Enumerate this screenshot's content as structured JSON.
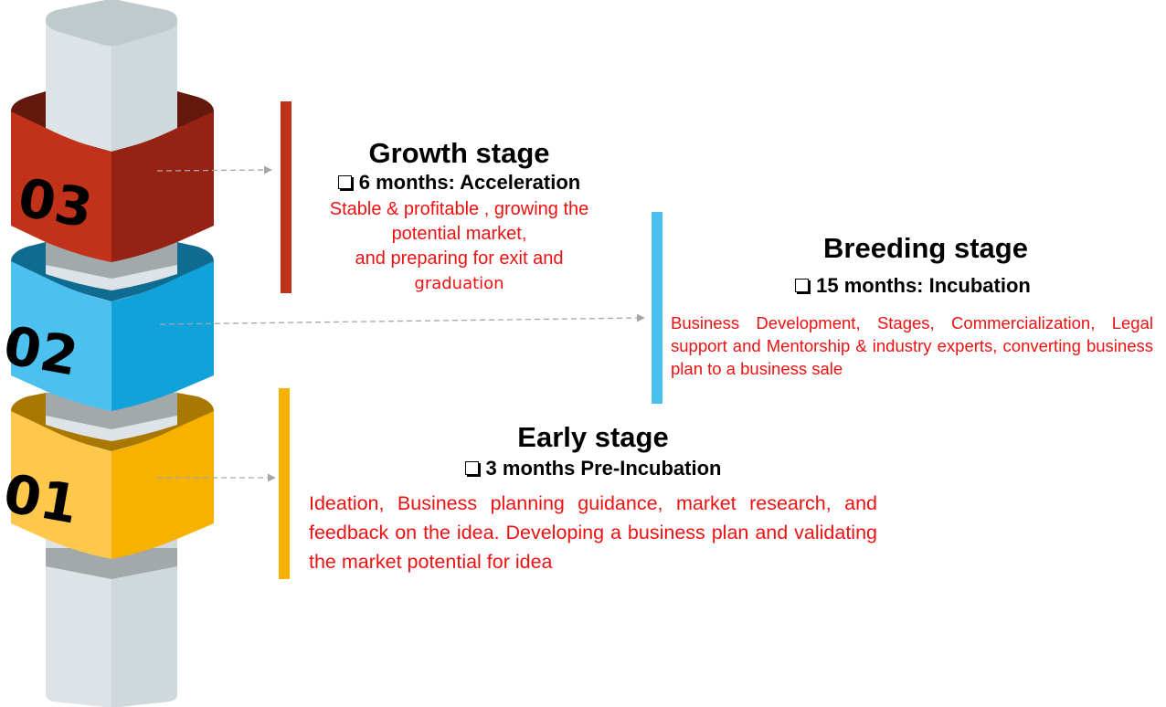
{
  "colors": {
    "growth": "#c0311a",
    "breeding": "#4bbfee",
    "early": "#f7b200",
    "description_text": "#ee1111"
  },
  "pillar": {
    "labels": [
      "03",
      "02",
      "01"
    ]
  },
  "stages": {
    "growth": {
      "number": "03",
      "title": "Growth stage",
      "duration": "6 months: Acceleration",
      "description_lines": [
        "Stable & profitable , growing the",
        "potential market,",
        "and preparing for exit and",
        "graduation"
      ]
    },
    "breeding": {
      "number": "02",
      "title": "Breeding stage",
      "duration": "15 months: Incubation",
      "description": "Business Development, Stages, Commercialization, Legal support and Mentorship & industry experts, converting  business plan to a business sale"
    },
    "early": {
      "number": "01",
      "title": "Early stage",
      "duration": "3  months Pre-Incubation",
      "description": "Ideation, Business planning guidance, market research, and feedback on the idea. Developing a business plan and validating the market potential for idea"
    }
  }
}
